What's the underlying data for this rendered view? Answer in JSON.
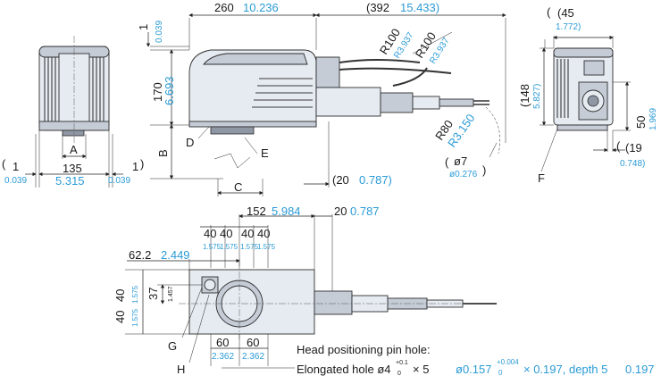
{
  "dimensions": {
    "top_overhang_mm": "1",
    "top_overhang_in": "0.039",
    "width_mm": "260",
    "width_in": "10.236",
    "cable_length_mm": "(392",
    "cable_length_in": "15.433)",
    "bend_radius_1_mm": "R100",
    "bend_radius_1_in": "R3.937",
    "bend_radius_2_mm": "R100",
    "bend_radius_2_in": "R3.937",
    "height_mm": "170",
    "height_in": "6.693",
    "bend_radius_3_mm": "R80",
    "bend_radius_3_in": "R3.150",
    "cable_dia_mm": "ø7",
    "cable_dia_in": "ø0.276",
    "offset_bottom_mm": "(20",
    "offset_bottom_in": "0.787)",
    "front_width_mm": "135",
    "front_width_in": "5.315",
    "side_left_mm": "1",
    "side_left_in": "0.039",
    "side_right_mm": "1",
    "side_right_in": "0.039",
    "side_depth_mm": "(45",
    "side_depth_in": "1.772)",
    "side_height_mm": "(148",
    "side_height_in": "5.827)",
    "connector_height_mm": "50",
    "connector_height_in": "1.969",
    "connector_depth_mm": "(19",
    "connector_depth_in": "0.748)",
    "plan_length_mm": "152",
    "plan_length_in": "5.984",
    "plan_offset_mm": "20",
    "plan_offset_in": "0.787",
    "hole_pitch_mm": [
      "40",
      "40",
      "40",
      "40"
    ],
    "hole_pitch_in": [
      "1.575",
      "1.575",
      "1.575",
      "1.575"
    ],
    "edge_offset_mm": "62.2",
    "edge_offset_in": "2.449",
    "vert_pitch_mm": [
      "40",
      "40"
    ],
    "vert_pitch_in": [
      "1.575",
      "1.575"
    ],
    "center_height_mm": "37",
    "center_height_in": "1.457",
    "bottom_pitch_mm": [
      "60",
      "60"
    ],
    "bottom_pitch_in": [
      "2.362",
      "2.362"
    ]
  },
  "labels": {
    "A": "A",
    "B": "B",
    "C": "C",
    "D": "D",
    "E": "E",
    "F": "F",
    "G": "G",
    "H": "H"
  },
  "note": {
    "title": "Head positioning pin hole:",
    "line_prefix": "Elongated hole ø4",
    "tol_mm_upper": "+0.1",
    "tol_mm_lower": "0",
    "mid_mm": "× 5",
    "inch_prefix": "ø0.157",
    "tol_in_upper": "+0.004",
    "tol_in_lower": "0",
    "inch_suffix": "× 0.197, depth 5",
    "depth_in": "0.197"
  },
  "colors": {
    "inch_value": "#2b9bd6",
    "metric_value": "#1a1a1a",
    "body": "#e6ebf1"
  }
}
